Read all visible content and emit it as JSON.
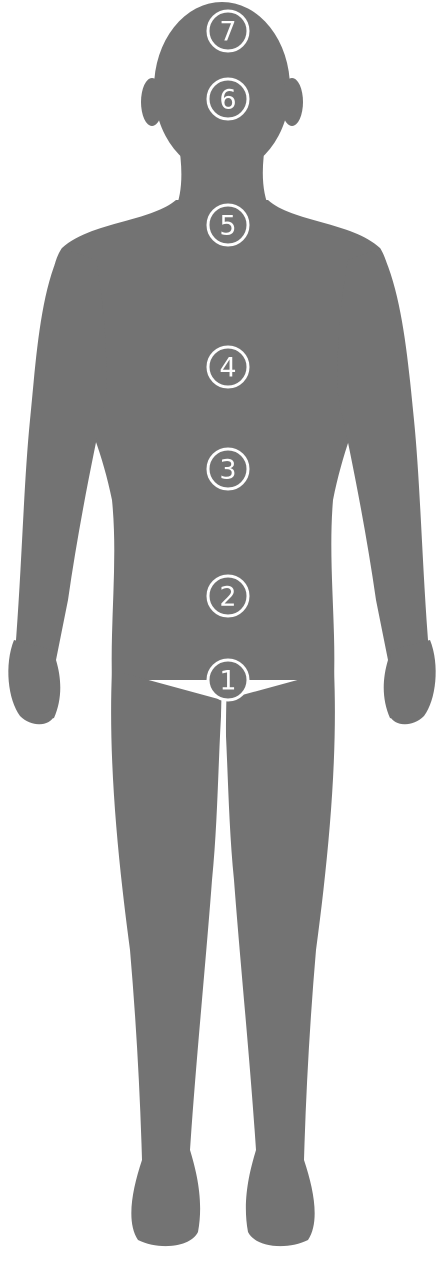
{
  "colors": {
    "background": "#ffffff",
    "silhouette": "#737373",
    "marker_fill": "#737373",
    "marker_stroke": "#ffffff"
  },
  "figure": {
    "icon": "human-body-silhouette-icon"
  },
  "markers": [
    {
      "label": "7"
    },
    {
      "label": "6"
    },
    {
      "label": "5"
    },
    {
      "label": "4"
    },
    {
      "label": "3"
    },
    {
      "label": "2"
    },
    {
      "label": "1"
    }
  ]
}
